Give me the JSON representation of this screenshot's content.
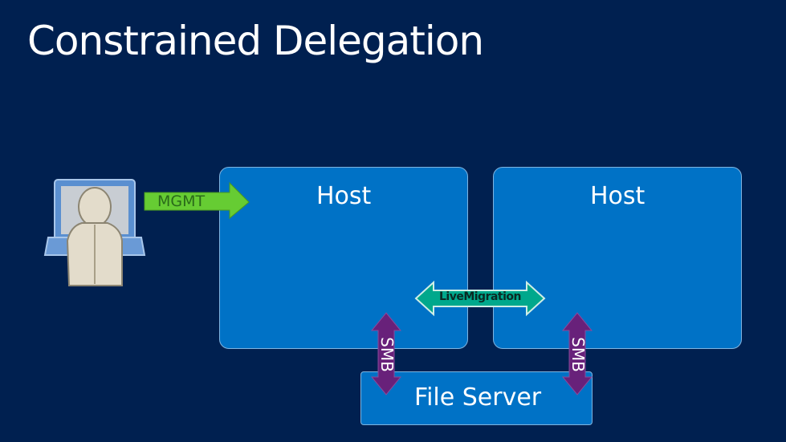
{
  "slide": {
    "title": "Constrained Delegation"
  },
  "nodes": {
    "host_left": "Host",
    "host_right": "Host",
    "file_server": "File Server"
  },
  "connectors": {
    "mgmt": "MGMT",
    "live_migration": "LiveMigration",
    "smb_left": "SMB",
    "smb_right": "SMB"
  },
  "colors": {
    "background": "#002050",
    "box_fill": "#0072c6",
    "mgmt_arrow": "#66cc33",
    "live_migration_arrow": "#00a88c",
    "smb_arrow": "#68217a"
  },
  "icons": {
    "admin": "user-at-laptop-icon"
  }
}
